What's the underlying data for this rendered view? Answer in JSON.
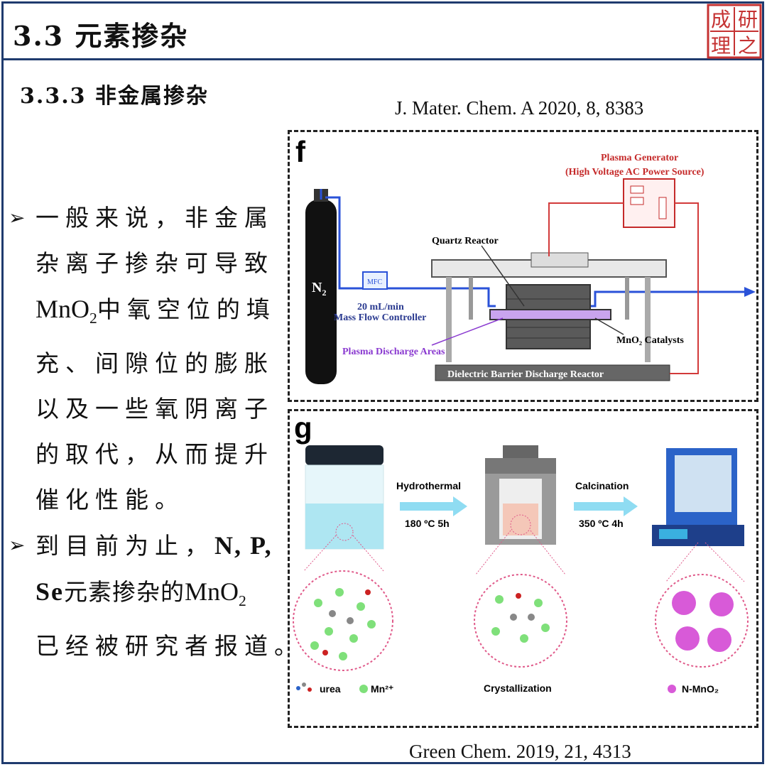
{
  "header": {
    "title": "3.3 元素掺杂"
  },
  "seal": {
    "chars": "研之成理"
  },
  "section": {
    "subtitle": "3.3.3 非金属掺杂"
  },
  "references": {
    "top": "J. Mater. Chem. A 2020, 8, 8383",
    "bottom": "Green Chem. 2019, 21, 4313"
  },
  "bullets": [
    {
      "lines": [
        "一般来说，非金属",
        "杂离子掺杂可导致",
        "中氧空位的填",
        "充、间隙位的膨胀",
        "以及一些氧阴离子",
        "的取代，从而提升",
        "催化性能。"
      ],
      "chem_main": "MnO",
      "chem_sub": "2"
    },
    {
      "line1": "到目前为止，",
      "line1_bold": "N, P,",
      "line2_bold": "Se",
      "line2": "元素掺杂的",
      "chem_main": "MnO",
      "chem_sub": "2",
      "line3": "已经被研究者报道。"
    }
  ],
  "figure_f": {
    "letter": "f",
    "gas": "N",
    "gas_sub": "2",
    "mfc_label": "MFC",
    "flow_rate": "20 mL/min",
    "mfc_name": "Mass Flow Controller",
    "plasma_title": "Plasma Generator",
    "plasma_subtitle": "(High Voltage AC Power Source)",
    "reactor_label": "Quartz Reactor",
    "discharge_label": "Plasma Discharge Areas",
    "catalyst_label": "MnO₂ Catalysts",
    "base_label": "Dielectric Barrier Discharge Reactor"
  },
  "figure_g": {
    "letter": "g",
    "step1": "Hydrothermal",
    "step1_cond": "180 ºC  5h",
    "step2": "Calcination",
    "step2_cond": "350 ºC  4h",
    "legend_urea": "urea",
    "legend_mn": "Mn²⁺",
    "middle_label": "Crystallization",
    "product": "N-MnO₂"
  },
  "colors": {
    "border": "#1f3b6e",
    "pipe_blue": "#2a52d8",
    "wire_red": "#d23a3a",
    "plasma_purple": "#8a3ad0",
    "arrow_cyan": "#8fdcf2",
    "mn_green": "#7fe07a",
    "product_pink": "#d85ad8"
  }
}
